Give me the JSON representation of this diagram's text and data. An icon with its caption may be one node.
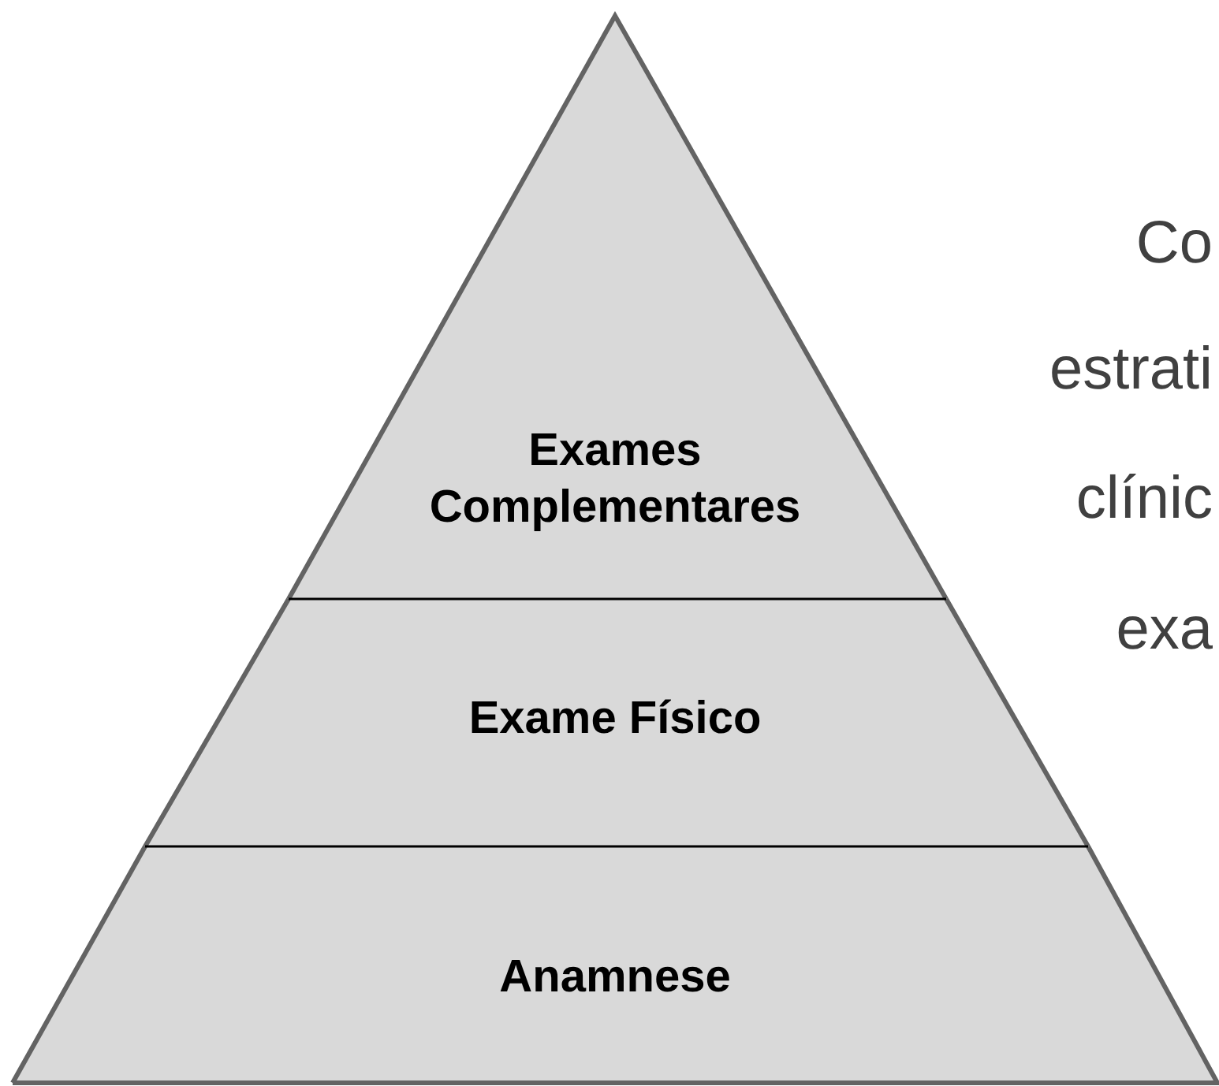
{
  "diagram": {
    "nodes": [
      {
        "text": [
          "Exames Complementares"
        ]
      },
      {
        "text": [
          "Exame Físico"
        ]
      },
      {
        "text": [
          "Anamnese"
        ]
      }
    ],
    "labels": [
      "Co",
      "estrati",
      "clínic",
      "exa"
    ]
  }
}
